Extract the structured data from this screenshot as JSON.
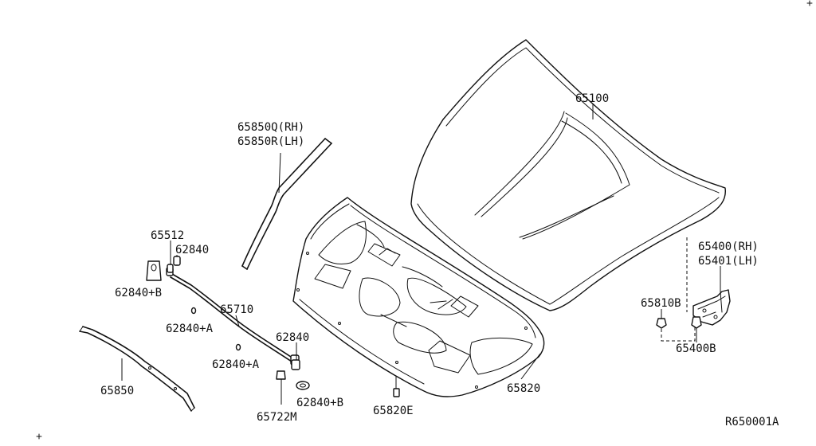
{
  "parts": {
    "p65100": "65100",
    "p65850q": "65850Q(RH)",
    "p65850r": "65850R(LH)",
    "p65512": "65512",
    "p62840_top": "62840",
    "p62840b_left": "62840+B",
    "p65710": "65710",
    "p62840a_1": "62840+A",
    "p62840a_2": "62840+A",
    "p62840_mid": "62840",
    "p62840b_bottom": "62840+B",
    "p65722m": "65722M",
    "p65850": "65850",
    "p65820": "65820",
    "p65820e": "65820E",
    "p65400": "65400(RH)",
    "p65401": "65401(LH)",
    "p65810b": "65810B",
    "p65400b": "65400B"
  },
  "diagram_ref": "R650001A"
}
